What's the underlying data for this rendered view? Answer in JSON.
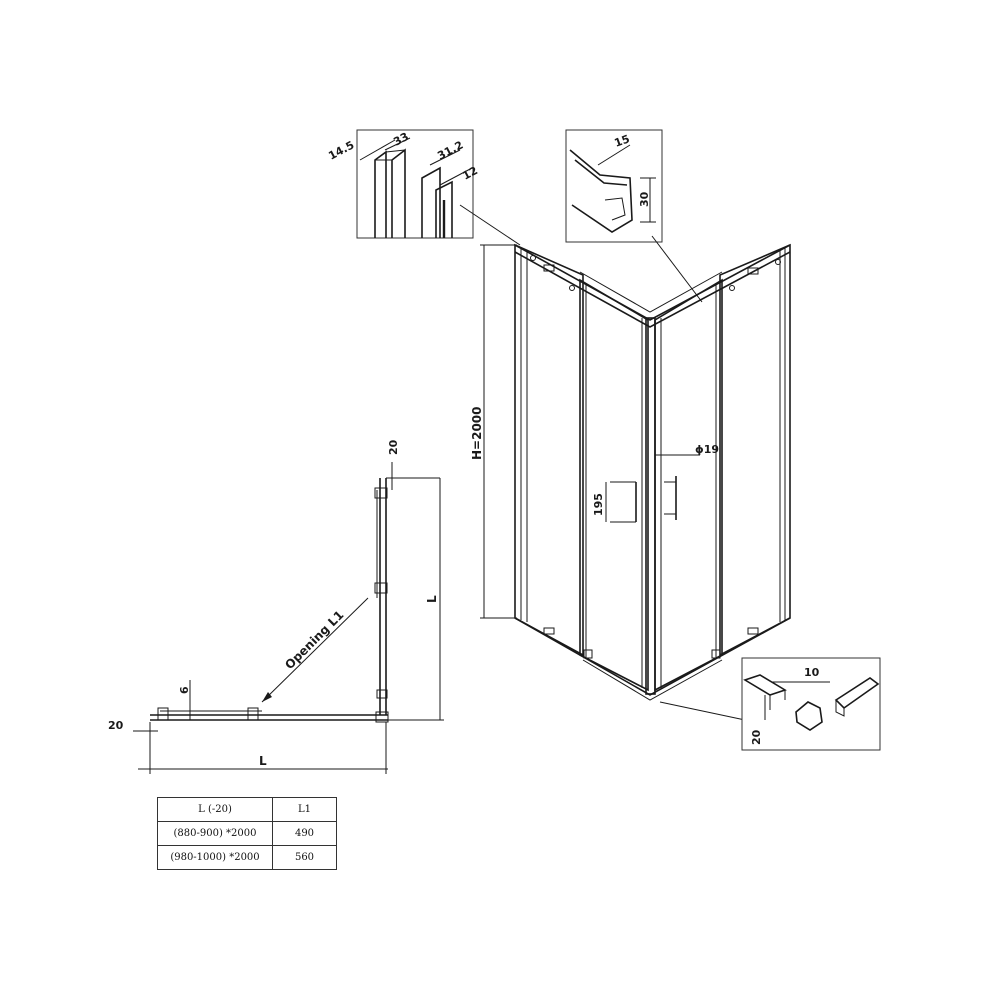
{
  "detail_profile_left": {
    "a": "14.5",
    "b": "33",
    "c": "31.2",
    "d": "12"
  },
  "detail_profile_right": {
    "w": "15",
    "h": "30"
  },
  "detail_corner": {
    "w": "10",
    "h": "20"
  },
  "elevation": {
    "height": "H=2000",
    "handle_dia": "ϕ19",
    "handle_len": "195"
  },
  "plan": {
    "top_gap": "20",
    "left_gap": "20",
    "thickness": "6",
    "opening": "Opening L1",
    "side_L": "L",
    "bottom_L": "L"
  },
  "table": {
    "headers": [
      "L (-20)",
      "L1"
    ],
    "rows": [
      [
        "(880-900) *2000",
        "490"
      ],
      [
        "(980-1000) *2000",
        "560"
      ]
    ]
  }
}
